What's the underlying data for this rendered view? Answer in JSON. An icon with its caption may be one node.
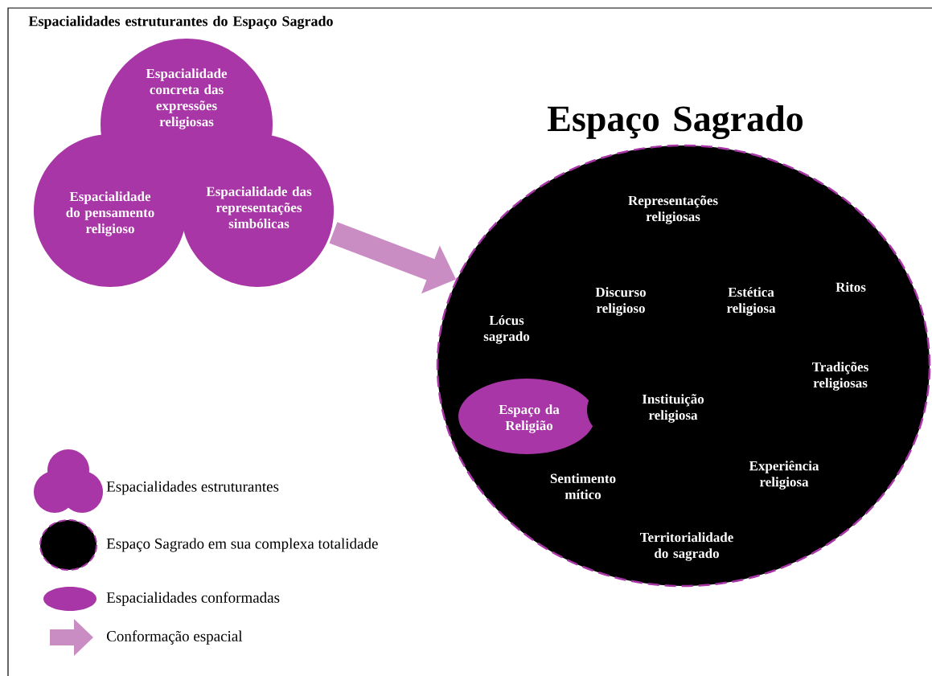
{
  "diagram": {
    "nodes": [
      {
        "text": [
          "Espacialidades estruturantes do Espaço Sagrado",
          "Espacialidade concreta das expressões religiosas",
          "Espacialidade do pensamento religioso",
          "Espacialidade das representações simbólicas"
        ]
      },
      {
        "text": [
          "Espaço Sagrado",
          "Representações religiosas",
          "Discurso religioso",
          "Estética religiosa",
          "Ritos",
          "Lócus sagrado",
          "Tradições religiosas",
          "Instituição religiosa",
          "Experiência religiosa",
          "Sentimento mítico",
          "Territorialidade do sagrado"
        ]
      },
      {
        "text": [
          "Espaço da Religião"
        ],
        "in": 1
      }
    ],
    "edges": [
      {
        "from": 0,
        "to": 1,
        "arrow": "to"
      }
    ],
    "legend": [
      {
        "text": "Espacialidades estruturantes"
      },
      {
        "text": "Espaço Sagrado em sua complexa totalidade"
      },
      {
        "text": "Espacialidades conformadas"
      },
      {
        "text": "Conformação espacial"
      }
    ]
  }
}
